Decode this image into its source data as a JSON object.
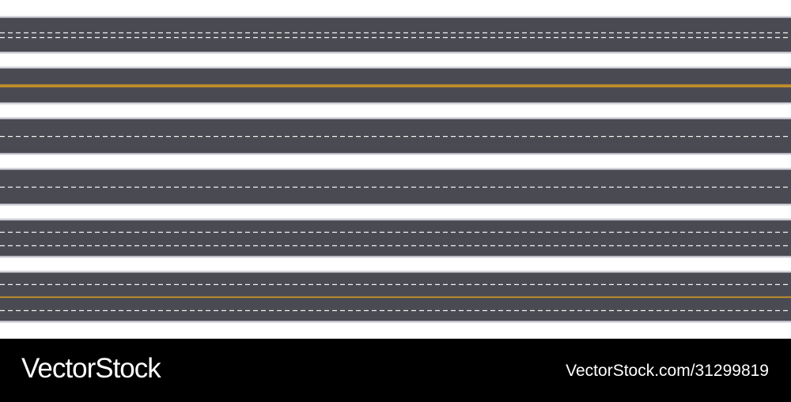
{
  "colors": {
    "background": "#ffffff",
    "asphalt": "#4a4a52",
    "curb_light": "#d7d7de",
    "curb_dark": "#8f8f9a",
    "white_marking": "#f2f2f2",
    "yellow_marking": "#e0a21e",
    "watermark_bg": "#000000",
    "watermark_text": "#ffffff"
  },
  "roads": [
    {
      "name": "road-double-dashed-center",
      "markings": [
        {
          "kind": "dashed",
          "color": "white",
          "pos": 0.43
        },
        {
          "kind": "dashed",
          "color": "white",
          "pos": 0.57
        }
      ]
    },
    {
      "name": "road-double-yellow-center",
      "markings": [
        {
          "kind": "solid",
          "color": "yellow",
          "pos": 0.475
        },
        {
          "kind": "solid",
          "color": "yellow",
          "pos": 0.525
        }
      ]
    },
    {
      "name": "road-single-dashed-two-lane",
      "markings": [
        {
          "kind": "dashed",
          "color": "white",
          "pos": 0.5
        }
      ]
    },
    {
      "name": "road-single-dashed-wide",
      "markings": [
        {
          "kind": "dashed",
          "color": "white",
          "pos": 0.5
        }
      ]
    },
    {
      "name": "road-three-lane-dashed",
      "markings": [
        {
          "kind": "dashed",
          "color": "white",
          "pos": 0.33
        },
        {
          "kind": "dashed",
          "color": "white",
          "pos": 0.67
        }
      ]
    },
    {
      "name": "road-four-lane-yellow-divider",
      "markings": [
        {
          "kind": "dashed",
          "color": "white",
          "pos": 0.25
        },
        {
          "kind": "solid",
          "color": "yellow",
          "pos": 0.5
        },
        {
          "kind": "dashed",
          "color": "white",
          "pos": 0.75
        }
      ]
    }
  ],
  "watermark": {
    "brand": "VectorStock",
    "stock_id": "VectorStock.com/31299819"
  }
}
